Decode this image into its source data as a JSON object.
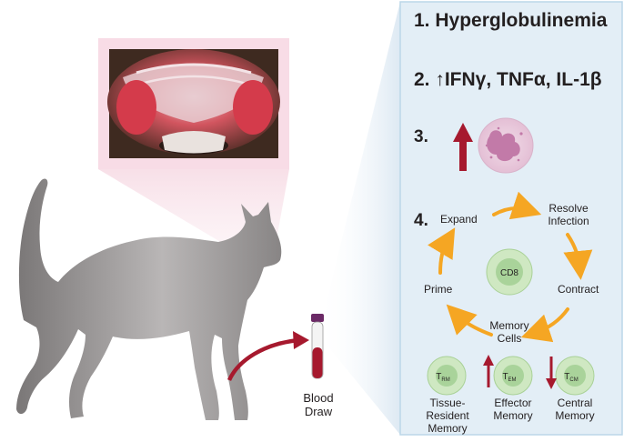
{
  "findings": {
    "item1": "1. Hyperglobulinemia",
    "item2": "2. ↑IFNγ, TNFα, IL-1β",
    "item3": "3.",
    "item4": "4."
  },
  "cycle": {
    "expand": "Expand",
    "resolve_line1": "Resolve",
    "resolve_line2": "Infection",
    "prime": "Prime",
    "contract": "Contract",
    "memory_line1": "Memory",
    "memory_line2": "Cells",
    "center_cell": "CD8"
  },
  "memory_types": [
    {
      "cell_main": "T",
      "cell_sub": "RM",
      "line1": "Tissue-",
      "line2": "Resident",
      "line3": "Memory"
    },
    {
      "cell_main": "T",
      "cell_sub": "EM",
      "line1": "Effector",
      "line2": "Memory",
      "line3": ""
    },
    {
      "cell_main": "T",
      "cell_sub": "CM",
      "line1": "Central",
      "line2": "Memory",
      "line3": ""
    }
  ],
  "blood": {
    "line1": "Blood",
    "line2": "Draw"
  },
  "colors": {
    "panel_fill": "#e3eef6",
    "panel_border": "#bcd7e8",
    "cycle_arrow": "#f5a623",
    "red_arrow": "#a6192e",
    "cell_fill": "#bfe0b0",
    "cat_fill": "#8d8a8a"
  }
}
